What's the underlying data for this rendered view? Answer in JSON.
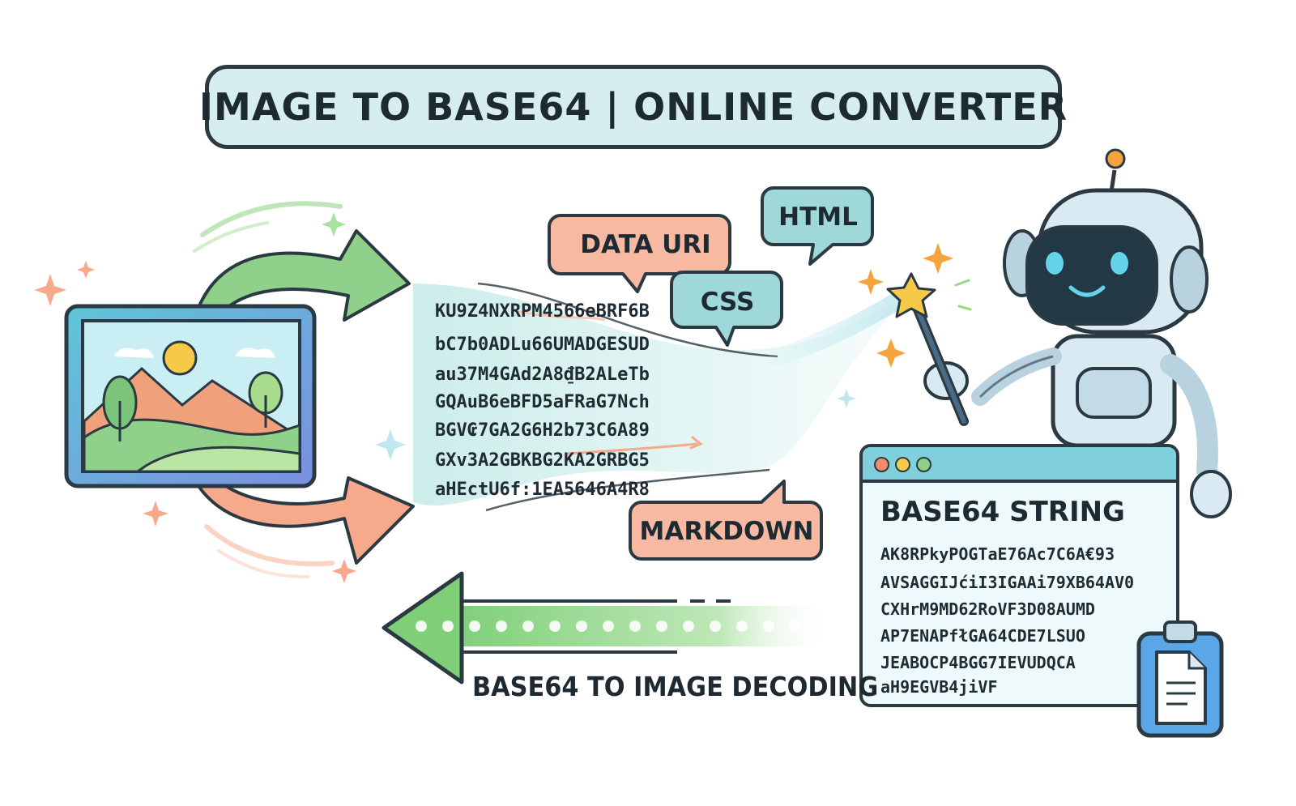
{
  "title": "IMAGE TO BASE64 | ONLINE CONVERTER",
  "bubbles": {
    "data_uri": "DATA URI",
    "html": "HTML",
    "css": "CSS",
    "markdown": "MARKDOWN"
  },
  "stream_lines": [
    "KU9Z4NXRPM4566eBRF6B",
    "bC7b0ADLu66UMADGESUD",
    "au37M4GAd2A8₫B2ALeTb",
    "GQAuB6eBFD5aFRaG7Nch",
    "BGV₢7GA2G6H2b73C6A89",
    "GXv3A2GBKBG2KA2GRBG5",
    "aHEctU6f:1EA5646A4R8"
  ],
  "code_window": {
    "heading": "BASE64 STRING",
    "lines": [
      "AK8RPkyPOGTaE76Ac7C6A€93",
      "AVSAGGIJćiI3IGAAi79XB64AV0",
      "CXHrM9MD62RoVF3D08AUMD",
      "AP7ENAPfłGA64CDE7LSUO",
      "JEABOCP4BGG7IEVUDQCA",
      "aH9EGVB4jiVF"
    ]
  },
  "decode_label": "BASE64 TO IMAGE DECODING",
  "icons": [
    "image-icon",
    "robot-icon",
    "magic-wand-icon",
    "clipboard-icon",
    "sparkle-icon"
  ],
  "colors": {
    "outline": "#2b3a42",
    "teal": "#7fd0dc",
    "green_arrow": "#8fd18a",
    "orange_arrow": "#f6a98b",
    "bubble_orange": "#f8b9a2",
    "bubble_teal": "#9ed8d8",
    "banner": "#d6eef0"
  }
}
